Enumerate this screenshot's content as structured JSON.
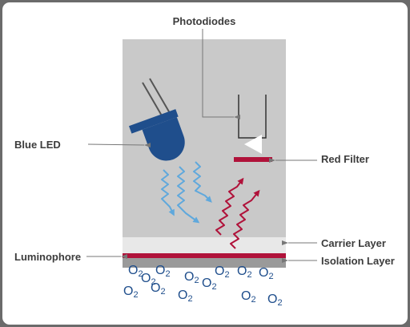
{
  "labels": {
    "photodiodes": "Photodiodes",
    "blue_led": "Blue LED",
    "red_filter": "Red Filter",
    "carrier_layer": "Carrier Layer",
    "luminophore": "Luminophore",
    "isolation_layer": "Isolation Layer"
  },
  "oxygen": {
    "symbol": "O",
    "subscript": "2",
    "count": 13
  },
  "colors": {
    "housing": "#c9c9c9",
    "led": "#1f4e8c",
    "blue_light": "#5fa8dc",
    "red_light": "#b0123a",
    "red_filter": "#b0123a",
    "carrier_layer": "#e8e8e8",
    "isolation_layer": "#9a9a9a",
    "luminophore": "#b0123a",
    "leader_line": "#777777",
    "label_text": "#3c3c3c",
    "background": "#6b6b6b"
  }
}
